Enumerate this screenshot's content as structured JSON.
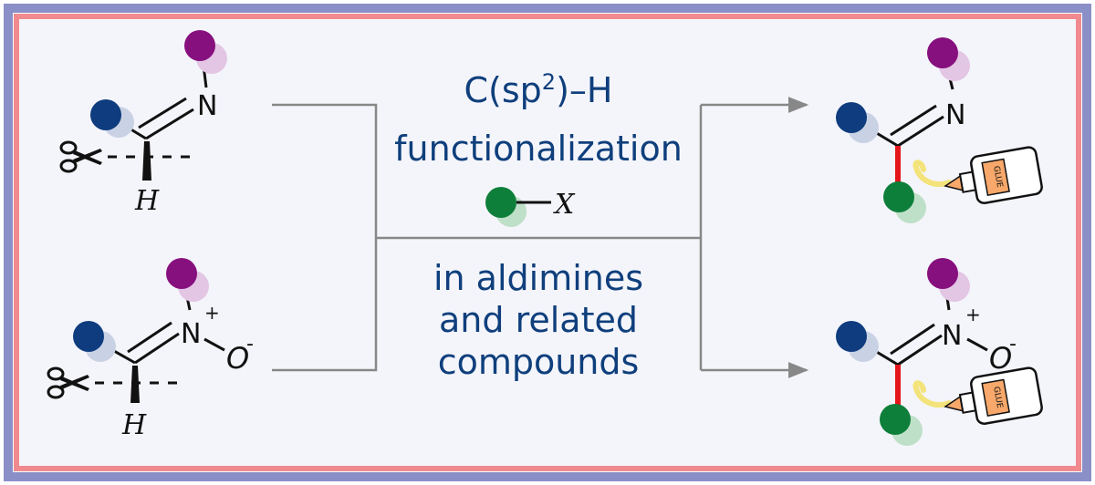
{
  "center_text": {
    "line1_main": "C(sp",
    "line1_sup": "2",
    "line1_end": ")–H",
    "line2": "functionalization",
    "reagent_label": "X",
    "lower_lines": [
      "in aldimines",
      "and related",
      "compounds"
    ]
  },
  "atoms": {
    "imine_n": "N",
    "nitrone_n": "N",
    "nitrone_plus": "+",
    "nitrone_o": "O",
    "nitrone_minus": "-",
    "hydrogen": "H",
    "glue_label": "GLUE"
  },
  "icons": [
    "scissors-icon",
    "glue-bottle-icon"
  ],
  "colors": {
    "border_outer": "#8b8fc7",
    "border_inner": "#f08a8f",
    "background": "#f4f5fb",
    "text_blue": "#0f3f7c",
    "dark_blue": "#0e3c7e",
    "purple": "#86107e",
    "green": "#0e7f3a",
    "red_bond": "#e4161b",
    "glue_cap": "#f7a86a",
    "glue_stream": "#f3e37a",
    "arrow_grey": "#888888"
  }
}
